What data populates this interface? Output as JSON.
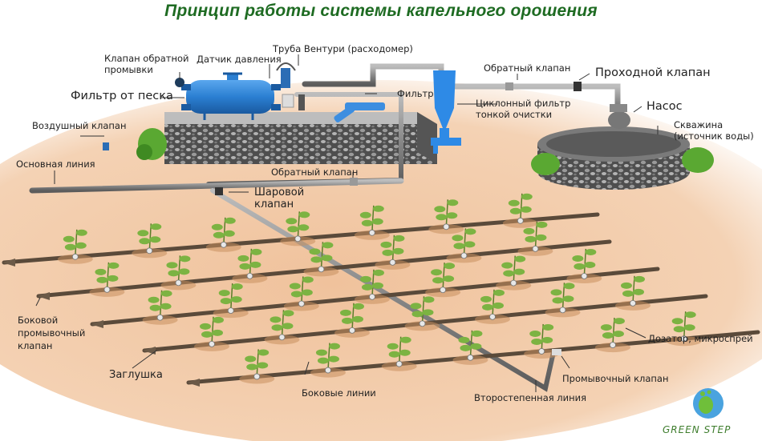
{
  "title": "Принцип работы системы капельного орошения",
  "colors": {
    "title": "#1e6b22",
    "soil": "#f2c9a6",
    "pipe": "#8d8d8d",
    "drip_line": "#5a4a3a",
    "filter_blue": "#2d7fd0",
    "leaf": "#7cb342",
    "stone": "#6e6e6e"
  },
  "labels": {
    "backwash_valve": [
      "Клапан обратной",
      "промывки"
    ],
    "pressure_sensor": "Датчик давления",
    "venturi": "Труба Вентури (расходомер)",
    "sand_filter": "Фильтр от песка",
    "filter": "Фильтр",
    "check_valve_top": "Обратный клапан",
    "through_valve": "Проходной клапан",
    "cyclone_filter": [
      "Циклонный фильтр",
      "тонкой очистки"
    ],
    "pump": "Насос",
    "well": [
      "Скважина",
      "(источник воды)"
    ],
    "air_valve": "Воздушный клапан",
    "main_line": "Основная линия",
    "check_valve_bottom": "Обратный клапан",
    "ball_valve": [
      "Шаровой",
      "клапан"
    ],
    "lateral_flush_valve": [
      "Боковой",
      "промывочный",
      "клапан"
    ],
    "end_plug": "Заглушка",
    "lateral_lines": "Боковые линии",
    "dripper": "Дозатор, микроспрей",
    "flush_valve": "Промывочный клапан",
    "sub_main_line": "Второстепенная линия"
  },
  "logo": {
    "text": "GREEN STEP",
    "icon": "globe-footprint-icon"
  }
}
